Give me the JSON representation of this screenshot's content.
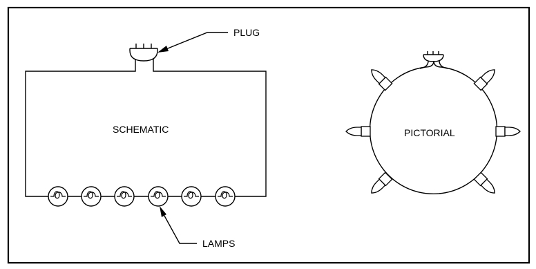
{
  "labels": {
    "plug": "PLUG",
    "schematic": "SCHEMATIC",
    "pictorial": "PICTORIAL",
    "lamps": "LAMPS"
  },
  "schematic": {
    "lamp_count": 6
  },
  "pictorial": {
    "lamp_count": 6
  }
}
